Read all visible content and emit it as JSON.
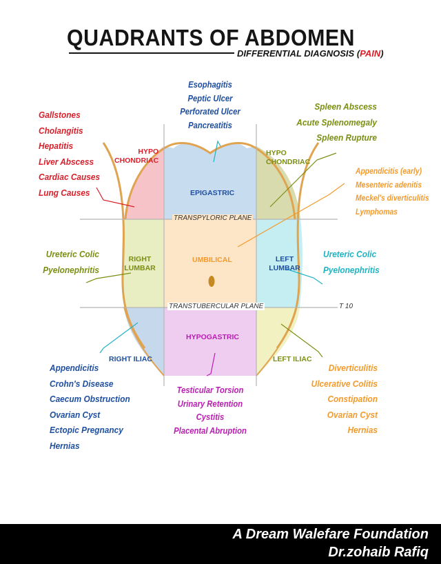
{
  "header": {
    "title": "QUADRANTS OF ABDOMEN",
    "subtitle_prefix": "DIFFERENTIAL DIAGNOSIS (",
    "subtitle_highlight": "PAIN",
    "subtitle_suffix": ")"
  },
  "regions": {
    "right_hypochondriac": [
      "HYPO",
      "CHONDRIAC"
    ],
    "epigastric": "EPIGASTRIC",
    "left_hypochondriac": [
      "HYPO",
      "CHONDRIAC"
    ],
    "right_lumbar": [
      "RIGHT",
      "LUMBAR"
    ],
    "umbilical": "UMBILICAL",
    "left_lumbar": [
      "LEFT",
      "LUMBAR"
    ],
    "right_iliac": "RIGHT ILIAC",
    "hypogastric": "HYPOGASTRIC",
    "left_iliac": "LEFT ILIAC"
  },
  "planes": {
    "transpyloric": "TRANSPYLORIC PLANE",
    "transtubercular": "TRANSTUBERCULAR PLANE",
    "vertebra": "T 10"
  },
  "conditions": {
    "right_hypochondriac": [
      "Gallstones",
      "Cholangitis",
      "Hepatitis",
      "Liver Abscess",
      "Cardiac Causes",
      "Lung Causes"
    ],
    "epigastric": [
      "Esophagitis",
      "Peptic Ulcer",
      "Perforated Ulcer",
      "Pancreatitis"
    ],
    "left_hypochondriac": [
      "Spleen Abscess",
      "Acute Splenomegaly",
      "Spleen Rupture"
    ],
    "umbilical": [
      "Appendicitis (early)",
      "Mesenteric adenitis",
      "Meckel's diverticulitis",
      "Lymphomas"
    ],
    "right_lumbar": [
      "Ureteric Colic",
      "Pyelonephritis"
    ],
    "left_lumbar": [
      "Ureteric Colic",
      "Pyelonephritis"
    ],
    "right_iliac": [
      "Appendicitis",
      "Crohn's Disease",
      "Caecum Obstruction",
      "Ovarian Cyst",
      "Ectopic Pregnancy",
      "Hernias"
    ],
    "hypogastric": [
      "Testicular Torsion",
      "Urinary Retention",
      "Cystitis",
      "Placental Abruption"
    ],
    "left_iliac": [
      "Diverticulitis",
      "Ulcerative Colitis",
      "Constipation",
      "Ovarian Cyst",
      "Hernias"
    ]
  },
  "colors": {
    "red": "#d81f2a",
    "blue": "#1f4fa0",
    "olive": "#7a8f12",
    "orange": "#f39a2a",
    "teal": "#1fb3c4",
    "magenta": "#b81fb0",
    "outline": "#e0a34f"
  },
  "footer": {
    "line1": "A Dream Walefare Foundation",
    "line2": "Dr.zohaib Rafiq"
  }
}
